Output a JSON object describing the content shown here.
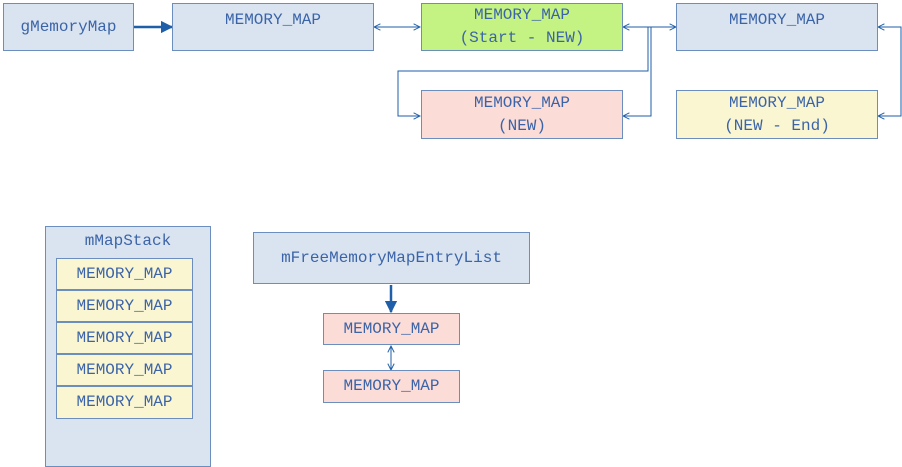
{
  "root": {
    "label": "gMemoryMap"
  },
  "list": [
    {
      "lines": [
        "MEMORY_MAP"
      ]
    },
    {
      "lines": [
        "MEMORY_MAP",
        "(Start - NEW)"
      ]
    },
    {
      "lines": [
        "MEMORY_MAP"
      ]
    },
    {
      "lines": [
        "MEMORY_MAP",
        "(NEW)"
      ]
    },
    {
      "lines": [
        "MEMORY_MAP",
        "(NEW - End)"
      ]
    }
  ],
  "stack": {
    "title": "mMapStack",
    "items": [
      "MEMORY_MAP",
      "MEMORY_MAP",
      "MEMORY_MAP",
      "MEMORY_MAP",
      "MEMORY_MAP"
    ]
  },
  "free_list": {
    "head": "mFreeMemoryMapEntryList",
    "items": [
      "MEMORY_MAP",
      "MEMORY_MAP"
    ]
  },
  "colors": {
    "border": "#6c8ebf",
    "text": "#3b64a8",
    "blue_fill": "#dae4f0",
    "green_fill": "#c5f383",
    "pink_fill": "#fcdcd7",
    "yellow_fill": "#fbf6d2",
    "arrow": "#1f5ea8"
  }
}
